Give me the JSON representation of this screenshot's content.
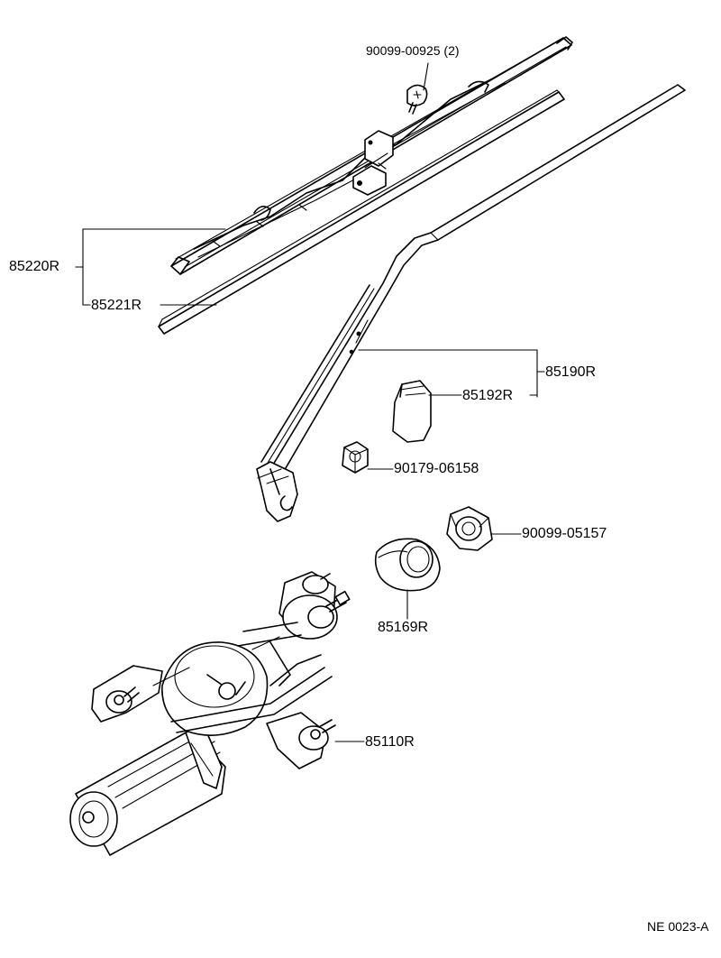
{
  "labels": {
    "bolt_front": "90099-00925 (2)",
    "blade_assy": "85220R",
    "blade_rubber": "85221R",
    "arm_assy": "85190R",
    "arm_cap": "85192R",
    "arm_nut": "90179-06158",
    "grommet_nut": "90099-05157",
    "grommet": "85169R",
    "motor_assy": "85110R",
    "diagram_code": "NE 0023-A"
  }
}
